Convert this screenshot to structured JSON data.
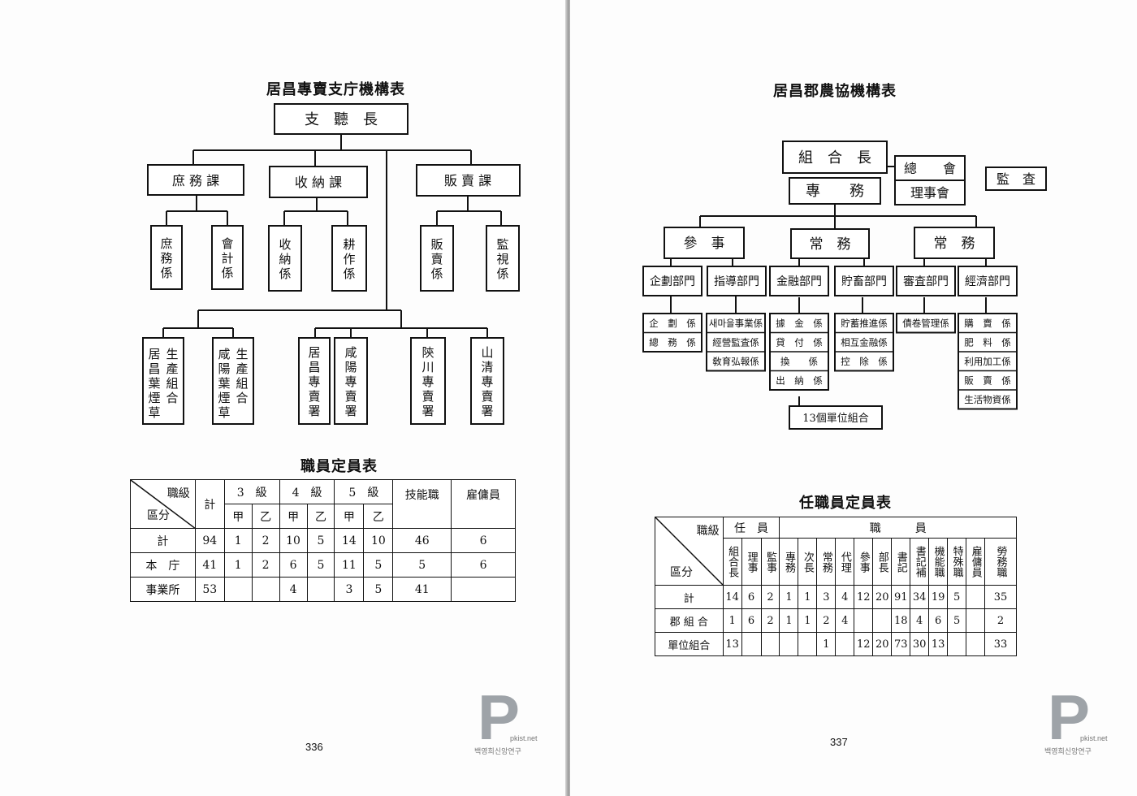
{
  "left": {
    "org_title": "居昌專賣支庁機構表",
    "head": "支　聽　長",
    "departments": [
      "庶 務 課",
      "收 納 課",
      "販 賣 課"
    ],
    "sections": [
      "庶務係",
      "會計係",
      "收納係",
      "耕作係",
      "販賣係",
      "監視係"
    ],
    "branches": [
      "居昌葉煙草生產組合",
      "咸陽葉煙草生產組合",
      "居昌專賣署",
      "咸陽專賣署",
      "陝川專賣署",
      "山清專賣署"
    ],
    "staff_title": "職員定員表",
    "staff_table": {
      "corner_top": "職級",
      "corner_bottom": "區分",
      "col_total": "計",
      "grades": [
        "3　級",
        "4　級",
        "5　級"
      ],
      "sub": [
        "甲",
        "乙"
      ],
      "col_tech": "技能職",
      "col_hired": "雇傭員",
      "rows": [
        {
          "label": "計",
          "values": [
            "94",
            "1",
            "2",
            "10",
            "5",
            "14",
            "10",
            "46",
            "6"
          ]
        },
        {
          "label": "本　庁",
          "values": [
            "41",
            "1",
            "2",
            "6",
            "5",
            "11",
            "5",
            "5",
            "6"
          ]
        },
        {
          "label": "事業所",
          "values": [
            "53",
            "",
            "",
            "4",
            "",
            "3",
            "5",
            "41",
            ""
          ]
        }
      ]
    },
    "page_number": "336"
  },
  "right": {
    "org_title": "居昌郡農協機構表",
    "head": "組　合　長",
    "general_meeting": "總　　會",
    "board": "理事會",
    "audit": "監　査",
    "executive": "專　　務",
    "officers": [
      "參　事",
      "常　務",
      "常　務"
    ],
    "departments": [
      "企劃部門",
      "指導部門",
      "金融部門",
      "貯畜部門",
      "審査部門",
      "經濟部門"
    ],
    "sections": [
      [
        "企　劃　係",
        "總　務　係"
      ],
      [
        "새마을事業係",
        "經營監査係",
        "敎育弘報係"
      ],
      [
        "據　金　係",
        "貸　付　係",
        "換　　係",
        "出　納　係"
      ],
      [
        "貯蓄推進係",
        "相互金融係",
        "控　除　係"
      ],
      [
        "債卷管理係"
      ],
      [
        "購　賣　係",
        "肥　料　係",
        "利用加工係",
        "販　賣　係",
        "生活物資係"
      ]
    ],
    "unit_unions": "13個單位組合",
    "staff_title": "任職員定員表",
    "staff_table": {
      "corner_top": "職級",
      "corner_bottom": "區分",
      "group_officer": "任　員",
      "group_staff": "職　　　員",
      "cols": [
        "組合長",
        "理事",
        "監事",
        "專務",
        "次長",
        "常務",
        "代理",
        "參事",
        "部長",
        "書記",
        "書記補",
        "機能職",
        "特殊職",
        "雇傭員",
        "勞務職"
      ],
      "rows": [
        {
          "label": "計",
          "values": [
            "14",
            "6",
            "2",
            "1",
            "1",
            "3",
            "4",
            "12",
            "20",
            "91",
            "34",
            "19",
            "5",
            "",
            "35"
          ]
        },
        {
          "label": "郡 組 合",
          "values": [
            "1",
            "6",
            "2",
            "1",
            "1",
            "2",
            "4",
            "",
            "",
            "18",
            "4",
            "6",
            "5",
            "",
            "2"
          ]
        },
        {
          "label": "單位組合",
          "values": [
            "13",
            "",
            "",
            "",
            "",
            "1",
            "",
            "12",
            "20",
            "73",
            "30",
            "13",
            "",
            "",
            "33"
          ]
        }
      ]
    },
    "page_number": "337"
  },
  "watermark": {
    "letter": "P",
    "site": "pkist.net",
    "caption": "백영희신앙연구"
  }
}
